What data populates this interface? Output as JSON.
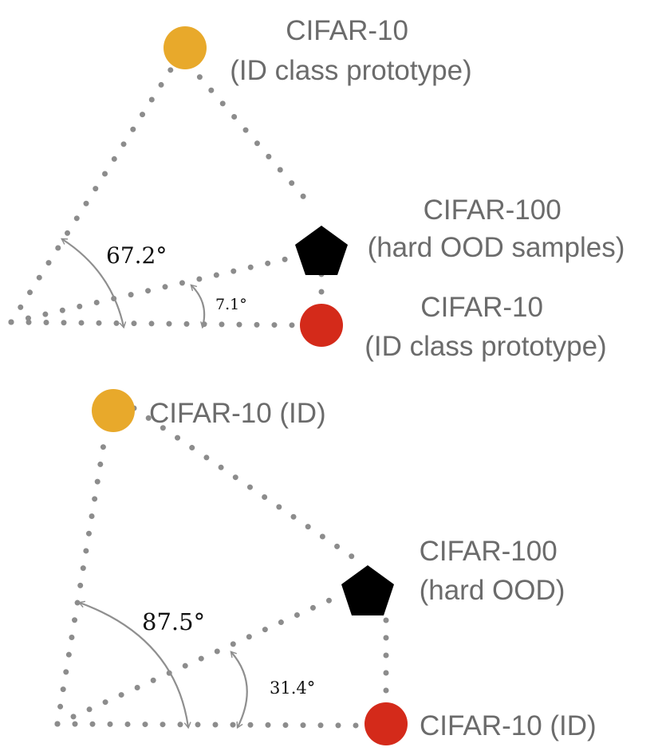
{
  "colors": {
    "id_orange": "#e8a92b",
    "id_red": "#d42a1a",
    "ood_black": "#000000",
    "label_gray": "#6b6b6b",
    "dotted_line": "#8c8c8c"
  },
  "top_panel": {
    "prototype_top_label": {
      "line1": "CIFAR-10",
      "line2": "(ID class prototype)"
    },
    "ood_label": {
      "line1": "CIFAR-100",
      "line2": "(hard OOD samples)"
    },
    "prototype_bottom_label": {
      "line1": "CIFAR-10",
      "line2": "(ID class prototype)"
    },
    "large_angle": "67.2°",
    "small_angle": "7.1°"
  },
  "bottom_panel": {
    "id_top_label": "CIFAR-10 (ID)",
    "ood_label": {
      "line1": "CIFAR-100",
      "line2": "(hard OOD)"
    },
    "id_bottom_label": "CIFAR-10 (ID)",
    "large_angle": "87.5°",
    "small_angle": "31.4°"
  }
}
